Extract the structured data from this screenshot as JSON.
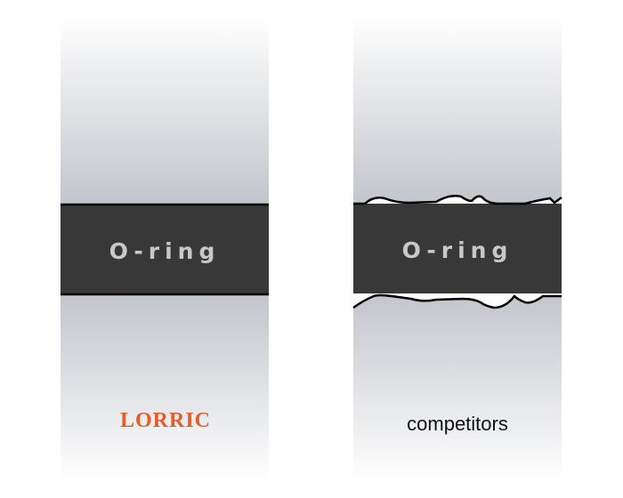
{
  "left": {
    "band_label": "O-ring",
    "caption_logo": "LORRIC"
  },
  "right": {
    "band_label": "O-ring",
    "caption": "competitors"
  },
  "colors": {
    "band": "#383838",
    "brand": "#e35d2a",
    "surface": "#c4c6cc"
  }
}
